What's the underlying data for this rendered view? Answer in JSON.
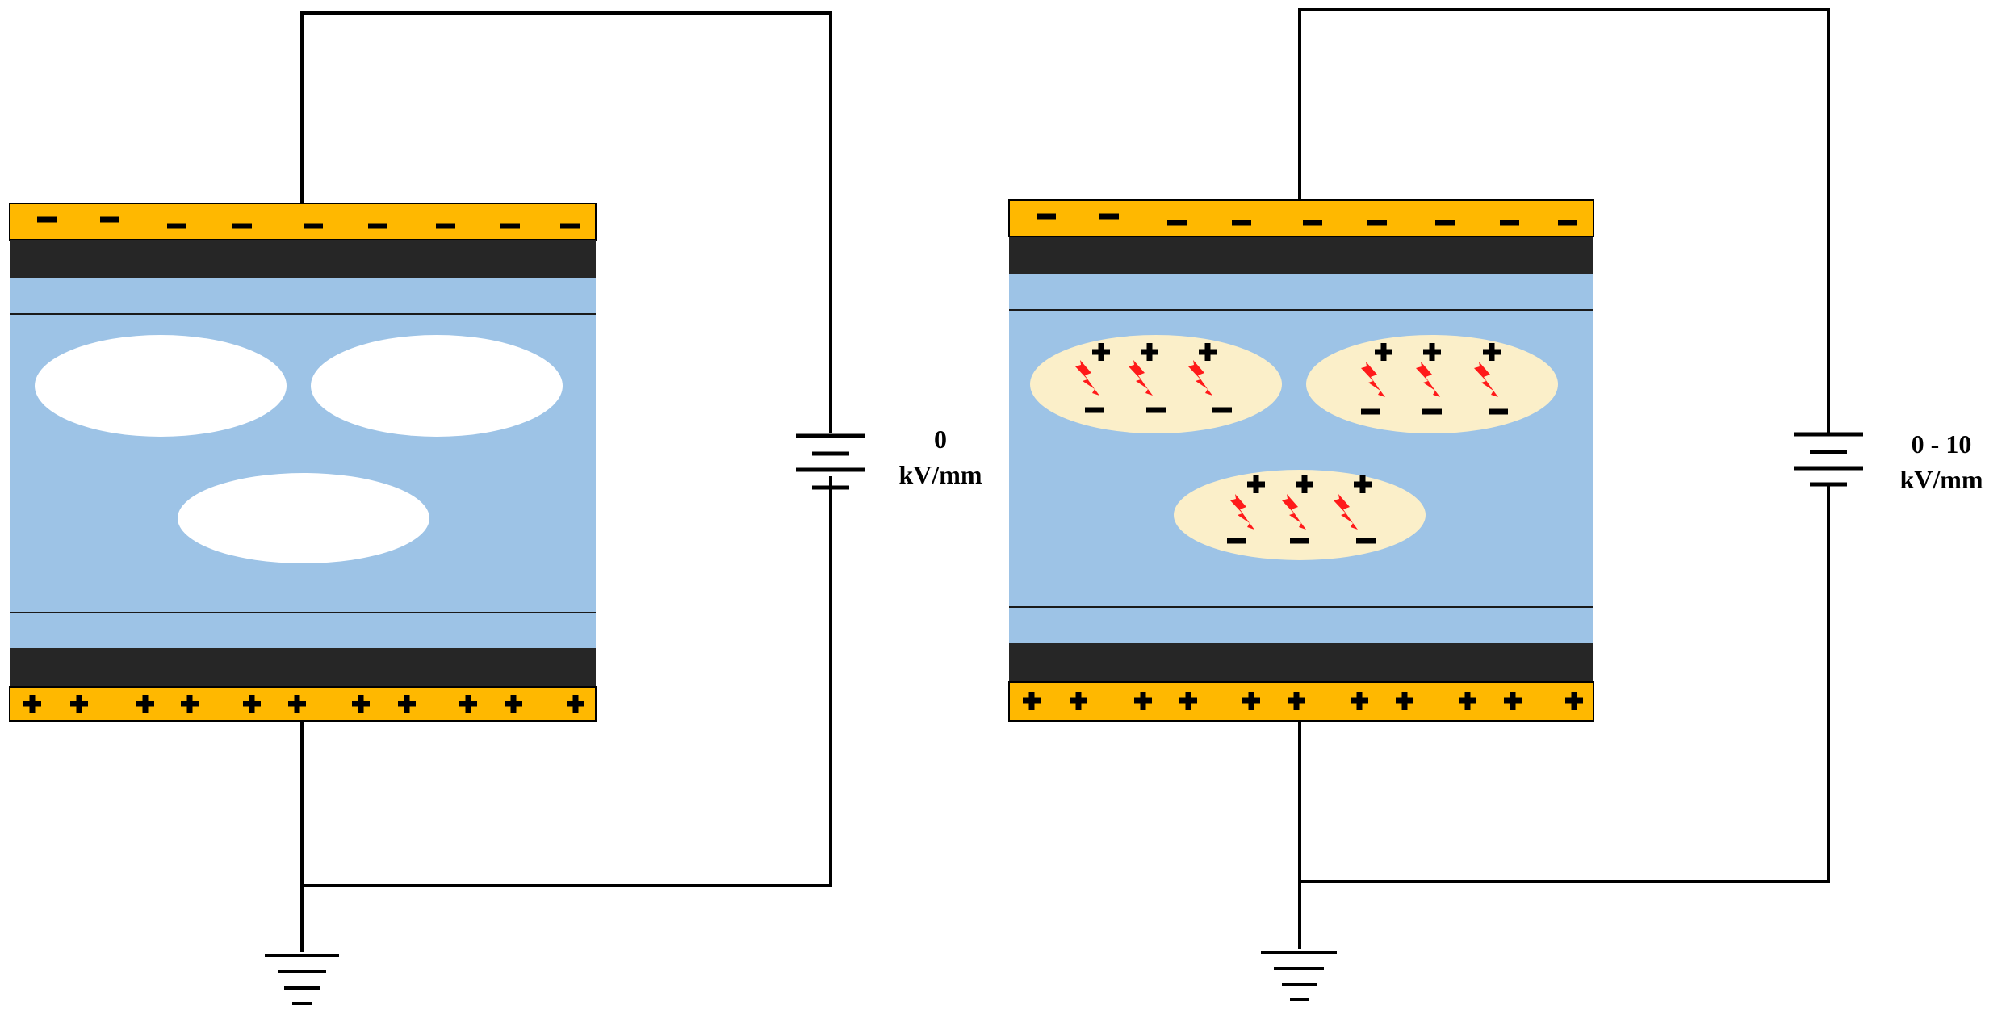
{
  "colors": {
    "electrode_gold": "#FFB800",
    "electrode_black": "#262626",
    "dielectric_blue": "#9DC3E6",
    "void_empty": "#FFFFFF",
    "void_charged": "#FBEFC9",
    "discharge_spark": "#FF1A1A",
    "wire": "#000000"
  },
  "icons": {
    "battery": "battery-icon",
    "ground": "ground-icon",
    "discharge": "lightning-bolt-icon"
  },
  "panels": [
    {
      "id": "left",
      "voltage_value": "0",
      "voltage_unit": "kV/mm",
      "top_charge": "−",
      "bottom_charge": "+",
      "void_charge_pairs": 0
    },
    {
      "id": "right",
      "voltage_value": "0 - 10",
      "voltage_unit": "kV/mm",
      "top_charge": "−",
      "bottom_charge": "+",
      "void_charge_pairs": 3
    }
  ]
}
